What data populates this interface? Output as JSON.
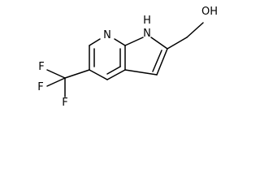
{
  "colors": {
    "background": "#ffffff",
    "ink": "#000000"
  },
  "labels": {
    "N": "N",
    "H": "H",
    "OH": "OH",
    "F": "F"
  }
}
